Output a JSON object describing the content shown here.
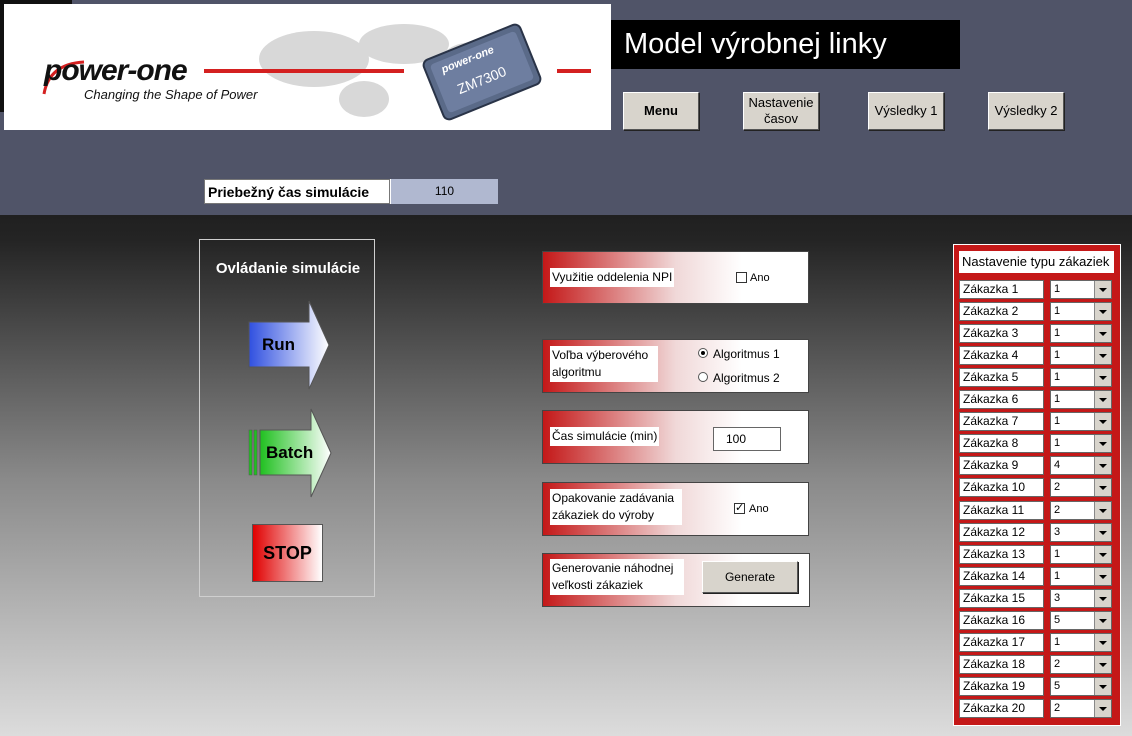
{
  "header": {
    "logo_text": "power-one",
    "logo_tagline": "Changing the Shape of Power",
    "chip_brand": "power-one",
    "chip_model": "ZM7300",
    "title": "Model výrobnej linky"
  },
  "nav": {
    "menu": "Menu",
    "nastavenie_casov": "Nastavenie časov",
    "vysledky1": "Výsledky 1",
    "vysledky2": "Výsledky 2"
  },
  "sim_time": {
    "label": "Priebežný čas simulácie",
    "value": "110"
  },
  "control": {
    "title": "Ovládanie simulácie",
    "run": "Run",
    "batch": "Batch",
    "stop": "STOP"
  },
  "settings": {
    "npi_label": "Využitie oddelenia NPI",
    "npi_option": "Ano",
    "npi_checked": false,
    "algo_label": "Voľba výberového algoritmu",
    "algo_options": [
      "Algoritmus 1",
      "Algoritmus 2"
    ],
    "algo_selected": "Algoritmus 1",
    "time_label": "Čas simulácie (min)",
    "time_value": "100",
    "repeat_label": "Opakovanie zadávania zákaziek do výroby",
    "repeat_option": "Ano",
    "repeat_checked": true,
    "generate_label": "Generovanie náhodnej veľkosti zákaziek",
    "generate_button": "Generate"
  },
  "orders": {
    "header": "Nastavenie typu zákaziek",
    "items": [
      {
        "label": "Zákazka 1",
        "value": "1"
      },
      {
        "label": "Zákazka 2",
        "value": "1"
      },
      {
        "label": "Zákazka 3",
        "value": "1"
      },
      {
        "label": "Zákazka 4",
        "value": "1"
      },
      {
        "label": "Zákazka 5",
        "value": "1"
      },
      {
        "label": "Zákazka 6",
        "value": "1"
      },
      {
        "label": "Zákazka 7",
        "value": "1"
      },
      {
        "label": "Zákazka 8",
        "value": "1"
      },
      {
        "label": "Zákazka 9",
        "value": "4"
      },
      {
        "label": "Zákazka 10",
        "value": "2"
      },
      {
        "label": "Zákazka 11",
        "value": "2"
      },
      {
        "label": "Zákazka 12",
        "value": "3"
      },
      {
        "label": "Zákazka 13",
        "value": "1"
      },
      {
        "label": "Zákazka 14",
        "value": "1"
      },
      {
        "label": "Zákazka 15",
        "value": "3"
      },
      {
        "label": "Zákazka 16",
        "value": "5"
      },
      {
        "label": "Zákazka 17",
        "value": "1"
      },
      {
        "label": "Zákazka 18",
        "value": "2"
      },
      {
        "label": "Zákazka 19",
        "value": "5"
      },
      {
        "label": "Zákazka 20",
        "value": "2"
      }
    ]
  },
  "colors": {
    "top_band": "#505468",
    "accent_red": "#c41818",
    "sim_value_bg": "#b0b8d0",
    "run_blue": "#3050e0",
    "batch_green": "#20c020",
    "stop_red": "#e00000"
  }
}
